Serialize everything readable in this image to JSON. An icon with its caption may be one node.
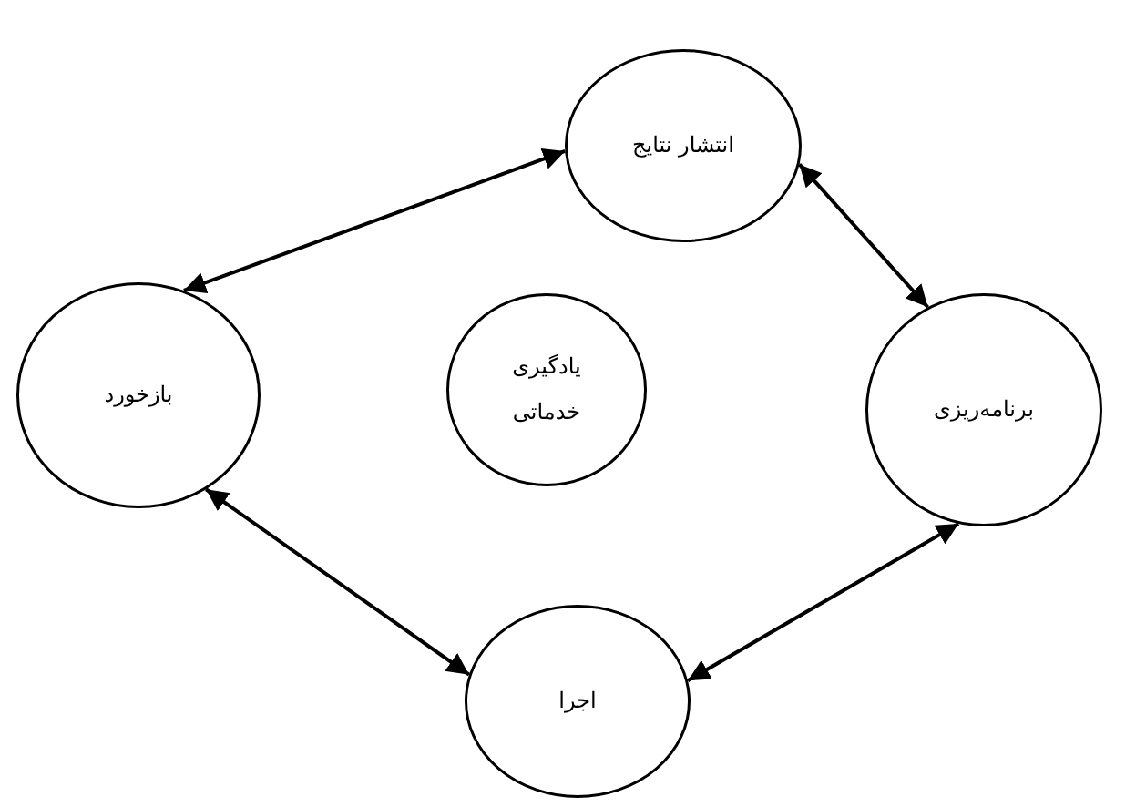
{
  "diagram": {
    "nodes": [
      {
        "text": [
          "انتشار نتایج"
        ]
      },
      {
        "text": [
          "بازخورد"
        ]
      },
      {
        "text": [
          "یادگیری خدماتی"
        ]
      },
      {
        "text": [
          "برنامه‌ریزی"
        ]
      },
      {
        "text": [
          "اجرا"
        ]
      }
    ],
    "edges": [
      {
        "from": 0,
        "to": 3,
        "arrow": "both"
      },
      {
        "from": 0,
        "to": 1,
        "arrow": "both"
      },
      {
        "from": 1,
        "to": 4,
        "arrow": "both"
      },
      {
        "from": 3,
        "to": 4,
        "arrow": "both"
      }
    ]
  }
}
